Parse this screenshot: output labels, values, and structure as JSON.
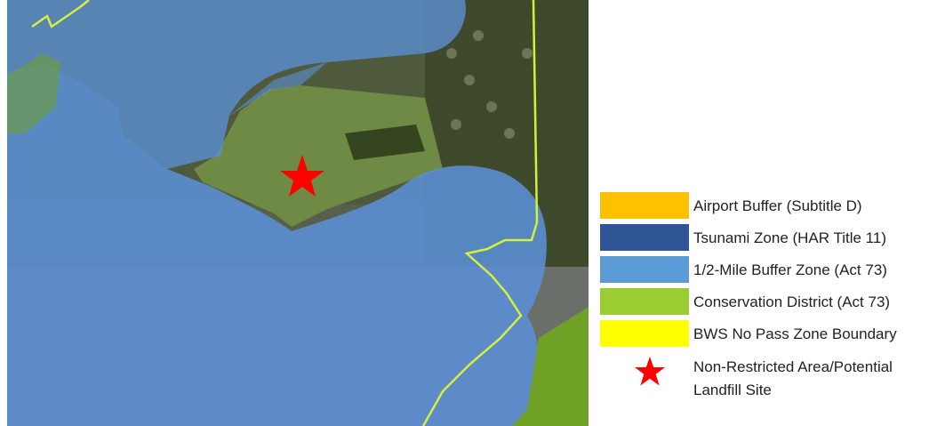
{
  "legend": {
    "items": [
      {
        "label": "Airport Buffer (Subtitle D)",
        "color": "#FFC000"
      },
      {
        "label": "Tsunami Zone (HAR Title 11)",
        "color": "#2F5597"
      },
      {
        "label": "1/2-Mile Buffer Zone (Act 73)",
        "color": "#5B9BD5"
      },
      {
        "label": "Conservation District (Act 73)",
        "color": "#9ACD32"
      },
      {
        "label": "BWS No Pass Zone Boundary",
        "color": "#FFFF00"
      }
    ],
    "site": {
      "label_line1": "Non-Restricted Area/Potential",
      "label_line2": "Landfill Site",
      "icon": "star-icon",
      "color": "#FF0000"
    }
  },
  "map": {
    "layers": {
      "buffer_zone_color": "#5B8FD6",
      "conservation_color": "#6FA127",
      "boundary_color": "#D4F03C",
      "satellite_base_color": "#5f6a4c"
    }
  }
}
